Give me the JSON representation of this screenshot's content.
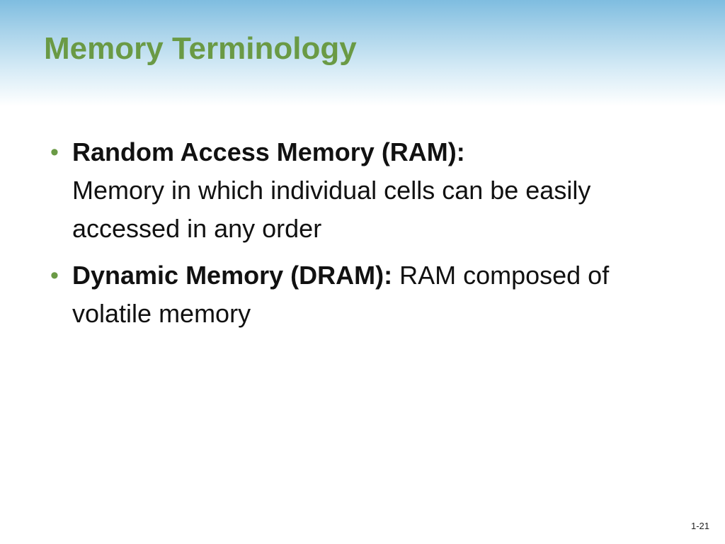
{
  "slide": {
    "title": "Memory Terminology",
    "bullets": [
      {
        "term": "Random Access Memory (RAM):",
        "definition": "Memory in which individual cells can be easily accessed in any order"
      },
      {
        "term": "Dynamic Memory (DRAM):",
        "definition": "RAM composed of volatile memory"
      }
    ],
    "page_number": "1-21"
  },
  "colors": {
    "title": "#6a9a45",
    "bullet": "#6a9a45",
    "header_gradient_top": "#7fbde0",
    "text": "#111111"
  },
  "icons": {
    "bullet": "•"
  }
}
